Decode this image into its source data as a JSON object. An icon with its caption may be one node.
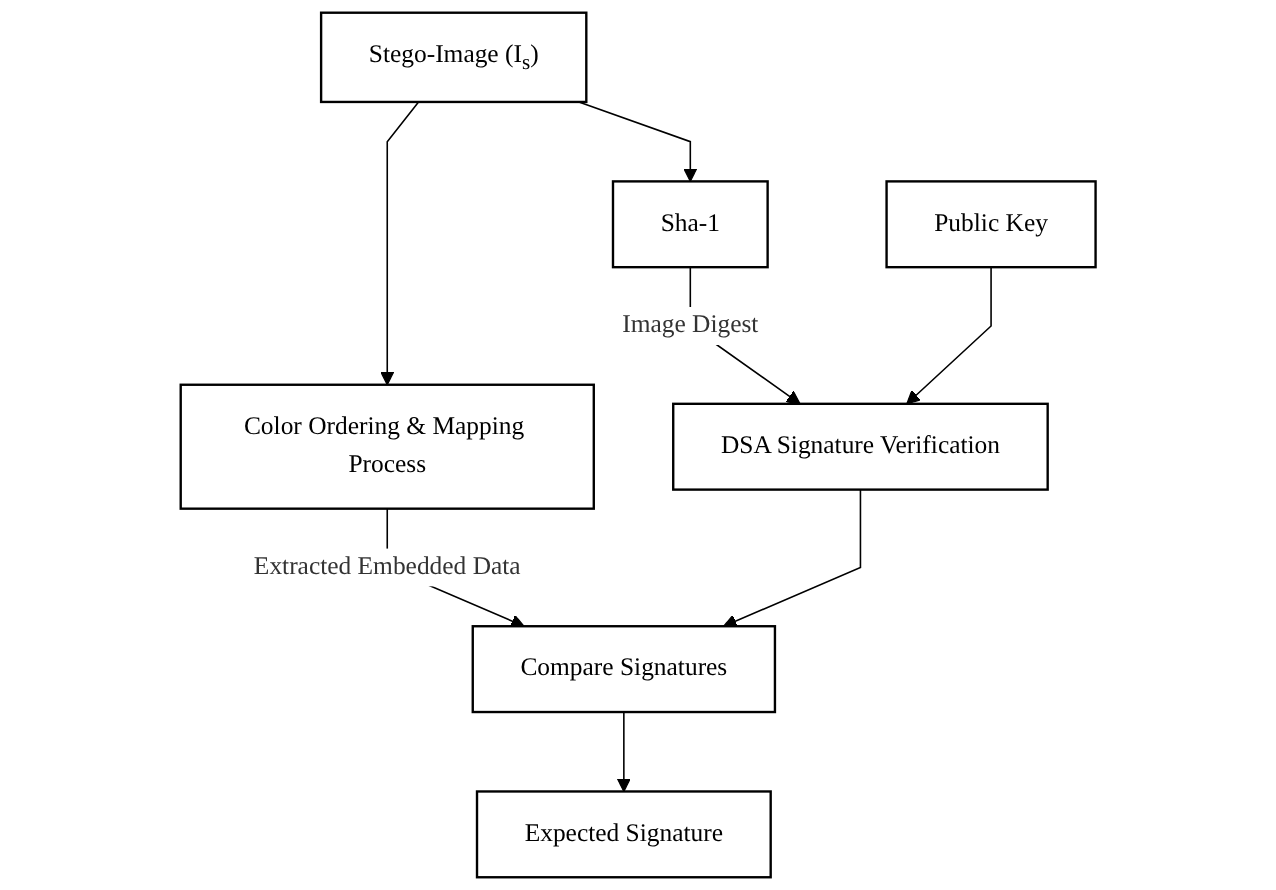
{
  "diagram": {
    "nodes": [
      {
        "text": [
          "Stego-Image (I$_{s}$)"
        ]
      },
      {
        "text": [
          "Color Ordering & Mapping Process"
        ]
      },
      {
        "text": [
          "Sha-1"
        ]
      },
      {
        "text": [
          "Public Key"
        ]
      },
      {
        "text": [
          "DSA Signature Verification"
        ]
      },
      {
        "text": [
          "Compare Signatures"
        ]
      },
      {
        "text": [
          "Expected Signature"
        ]
      }
    ],
    "edges": [
      {
        "from": 0,
        "to": 2,
        "arrow": "to"
      },
      {
        "from": 0,
        "to": 1,
        "arrow": "to"
      },
      {
        "from": 2,
        "to": 4,
        "arrow": "to",
        "label": "Image Digest"
      },
      {
        "from": 1,
        "to": 5,
        "arrow": "to",
        "label": "Extracted Embedded Data"
      },
      {
        "from": 3,
        "to": 4,
        "arrow": "to"
      },
      {
        "from": 4,
        "to": 5,
        "arrow": "to"
      },
      {
        "from": 5,
        "to": 6,
        "arrow": "to"
      }
    ]
  }
}
